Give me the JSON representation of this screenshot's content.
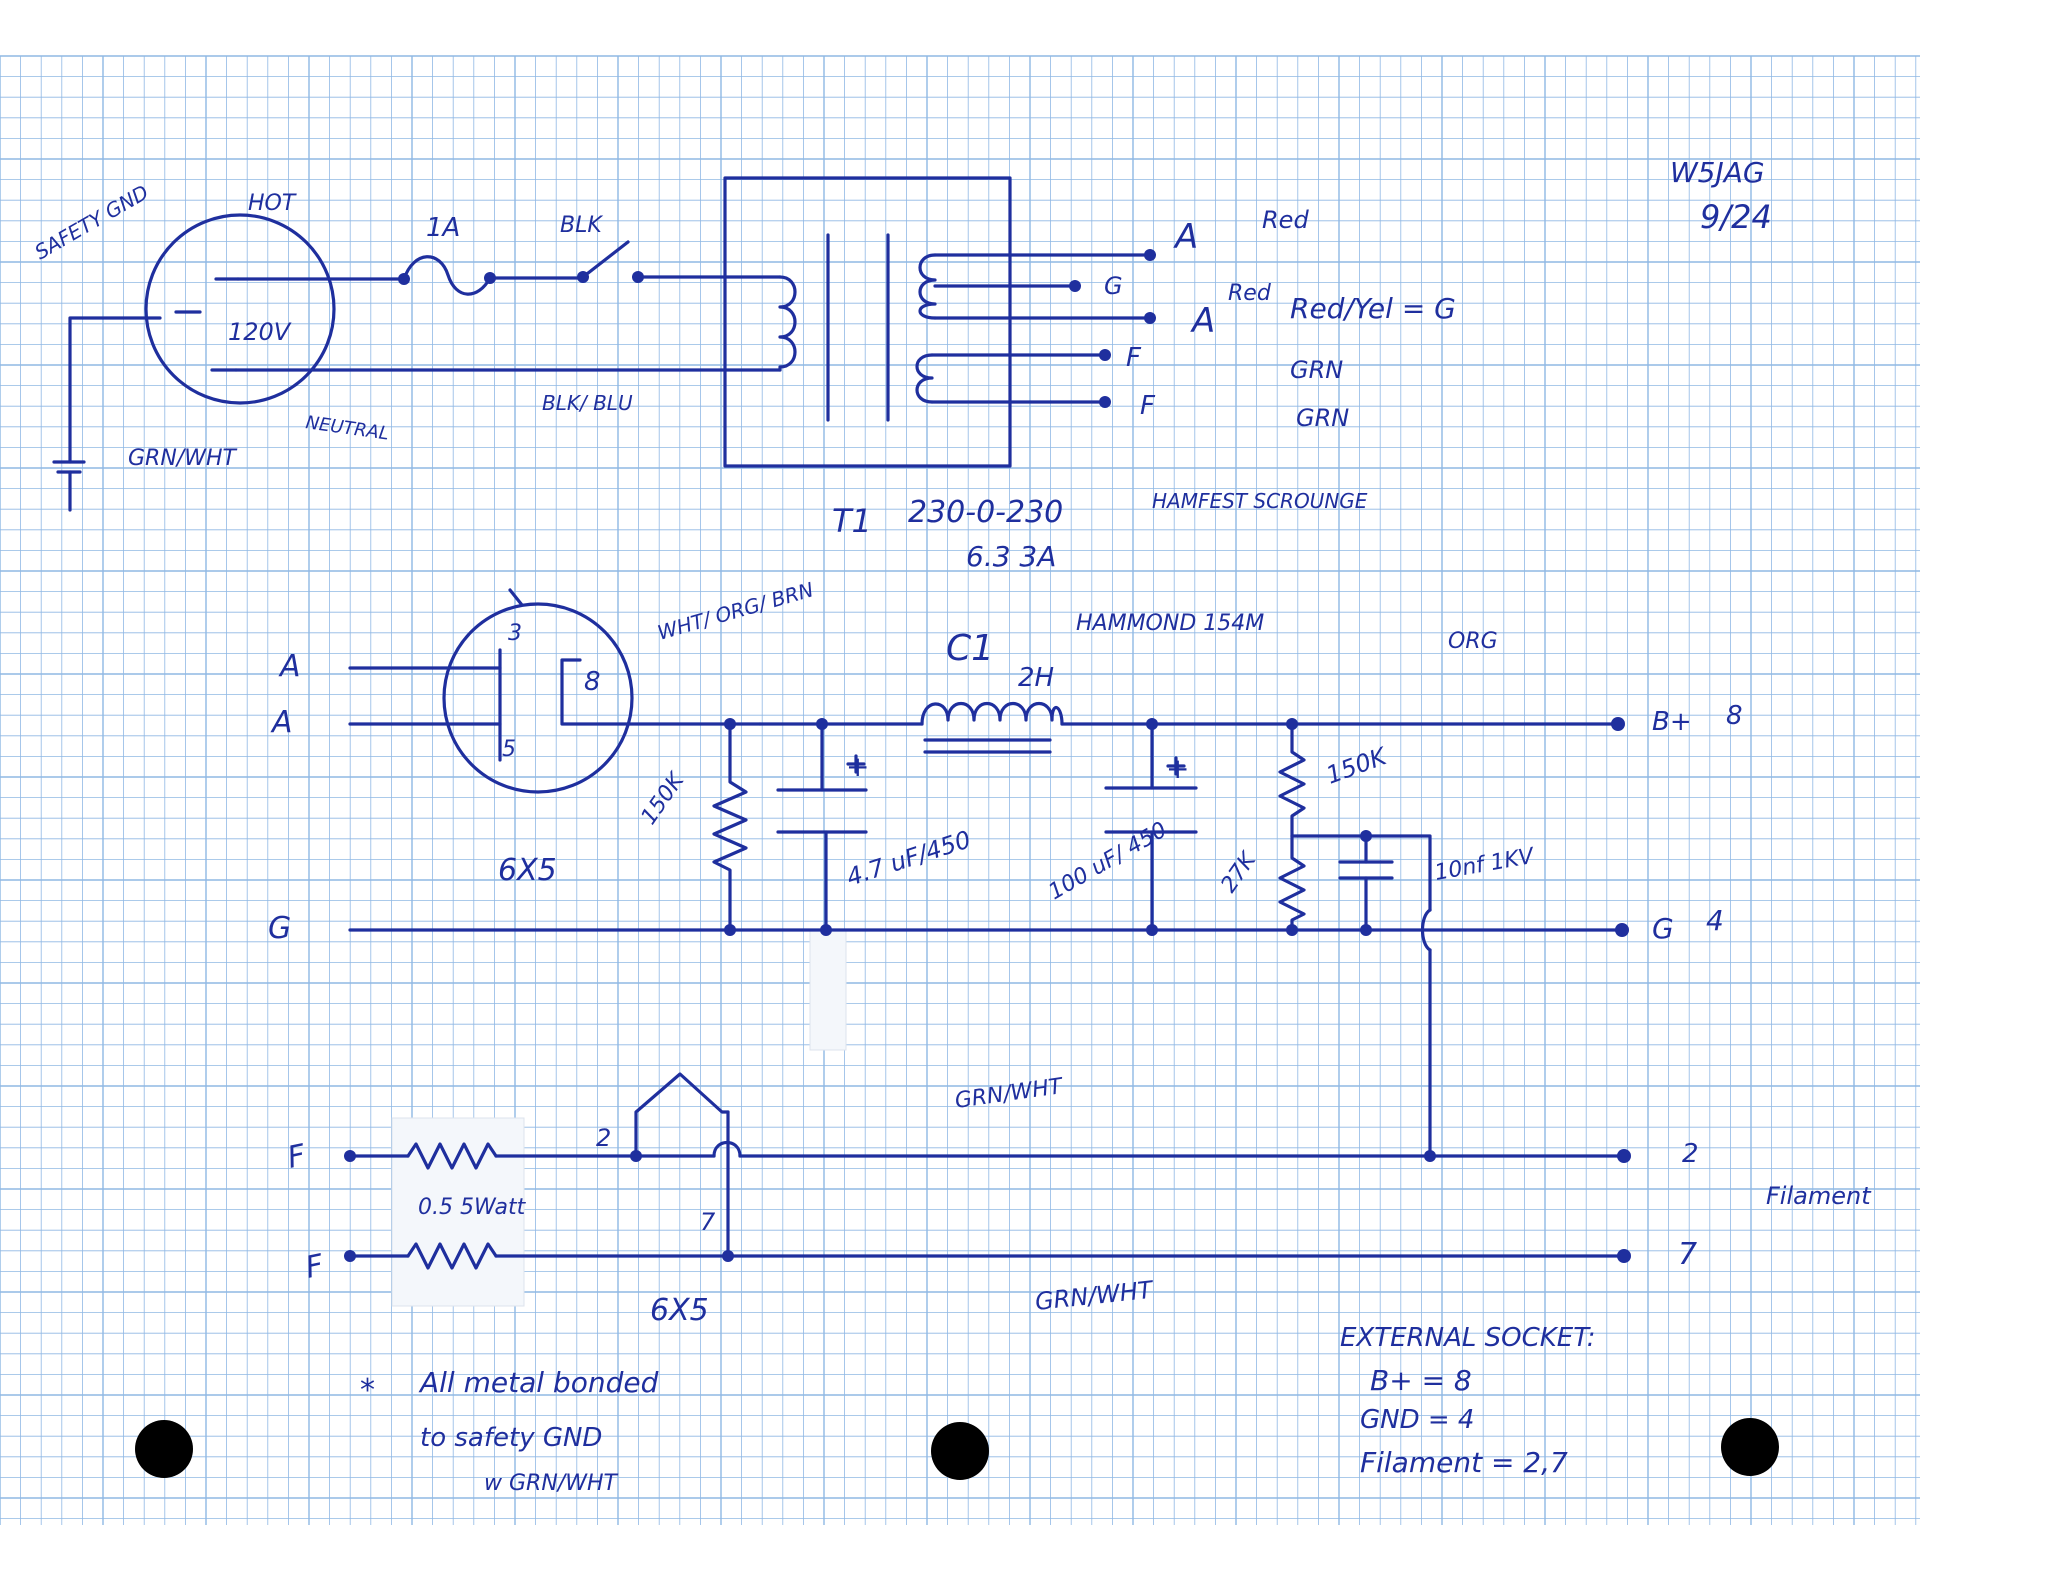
{
  "header": {
    "callsign": "W5JAG",
    "date": "9/24"
  },
  "mains": {
    "safety_gnd": "SAFETY GND",
    "hot": "HOT",
    "voltage": "120V",
    "neutral": "NEUTRAL",
    "grn_wht": "GRN/WHT",
    "fuse": "1A",
    "switch_wire": "BLK",
    "neutral_wire": "BLK/ BLU"
  },
  "transformer": {
    "ref": "T1",
    "rating_hv": "230-0-230",
    "rating_fil": "6.3 3A",
    "source": "HAMFEST SCROUNGE",
    "pin_a1": "A",
    "pin_g": "G",
    "pin_a2": "A",
    "pin_f1": "F",
    "pin_f2": "F",
    "wire_red1": "Red",
    "wire_red2": "Red",
    "ct_note": "Red/Yel = G",
    "wire_grn1": "GRN",
    "wire_grn2": "GRN"
  },
  "rectifier": {
    "in_a1": "A",
    "in_a2": "A",
    "in_g": "G",
    "pin3": "3",
    "pin5": "5",
    "pin8": "8",
    "tube": "6X5",
    "cathode_wire": "WHT/ ORG/ BRN"
  },
  "filter": {
    "bleeder": "150K",
    "c1_value": "4.7 uF/450",
    "choke_ref": "C1",
    "choke_value": "2H",
    "choke_model": "HAMMOND 154M",
    "c2_value": "100 uF/ 450",
    "plus": "+",
    "div_top": "150K",
    "div_bottom": "27K",
    "bypass_cap": "10nf 1KV",
    "b_wire": "ORG",
    "b_out": "B+",
    "b_pin": "8",
    "g_out": "G",
    "g_pin": "4"
  },
  "filament": {
    "in_f1": "F",
    "in_f2": "F",
    "resistor": "0.5 5Watt",
    "pin2": "2",
    "pin7": "7",
    "tube": "6X5",
    "wire_top": "GRN/WHT",
    "wire_bottom": "GRN/WHT",
    "out_pin2": "2",
    "out_pin7": "7",
    "label": "Filament"
  },
  "notes": {
    "bond_star": "*",
    "bond_1": "All metal bonded",
    "bond_2": "to safety GND",
    "bond_3": "w GRN/WHT",
    "socket_title": "EXTERNAL SOCKET:",
    "socket_b": "B+ = 8",
    "socket_gnd": "GND = 4",
    "socket_fil": "Filament = 2,7"
  },
  "colors": {
    "ink": "#1f2f9e",
    "grid": "#8fb8e4",
    "paper": "#ffffff",
    "hole": "#000000"
  }
}
